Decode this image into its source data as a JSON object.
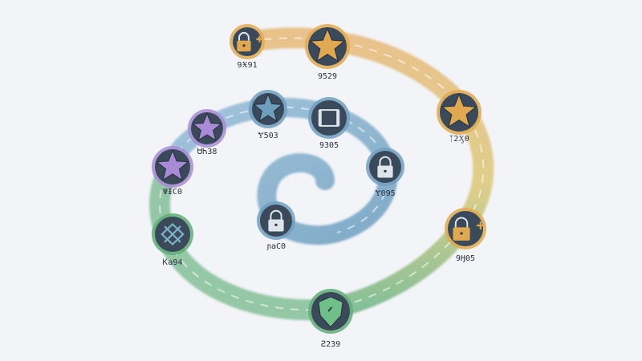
{
  "colors": {
    "background": "#f2f4f7",
    "gold": "#e0a94f",
    "blue": "#6e9fbf",
    "purple": "#a98ad6",
    "green": "#5fae78",
    "node_fill": "#3b4a5a",
    "glyph": "#dde4ea"
  },
  "nodes": [
    {
      "icon": "lock-plus-icon",
      "tier": "gold",
      "label": "9Ӿ91",
      "state": "locked"
    },
    {
      "icon": "star-icon",
      "tier": "gold",
      "label": "9529",
      "state": "unlocked"
    },
    {
      "icon": "star-icon",
      "tier": "gold",
      "label": "ᛉ2Ӽ0",
      "state": "unlocked"
    },
    {
      "icon": "lock-plus-icon",
      "tier": "gold",
      "label": "9Ӈ05",
      "state": "locked"
    },
    {
      "icon": "shield-icon",
      "tier": "green",
      "label": "Ꙅ239",
      "state": "unlocked"
    },
    {
      "icon": "crossed-emblem-icon",
      "tier": "green",
      "label": "Ꮶa94",
      "state": "unlocked"
    },
    {
      "icon": "star-icon",
      "tier": "purple",
      "label": "ΨƗC0",
      "state": "unlocked"
    },
    {
      "icon": "star-icon",
      "tier": "purple",
      "label": "ᏌᏂ38",
      "state": "unlocked"
    },
    {
      "icon": "star-icon",
      "tier": "blue",
      "label": "Ɏ503",
      "state": "unlocked"
    },
    {
      "icon": "frame-icon",
      "tier": "blue",
      "label": "9305",
      "state": "unlocked"
    },
    {
      "icon": "lock-icon",
      "tier": "blue",
      "label": "Ɏ095",
      "state": "locked"
    },
    {
      "icon": "lock-icon",
      "tier": "blue",
      "label": "ɲaC0",
      "state": "locked"
    }
  ]
}
